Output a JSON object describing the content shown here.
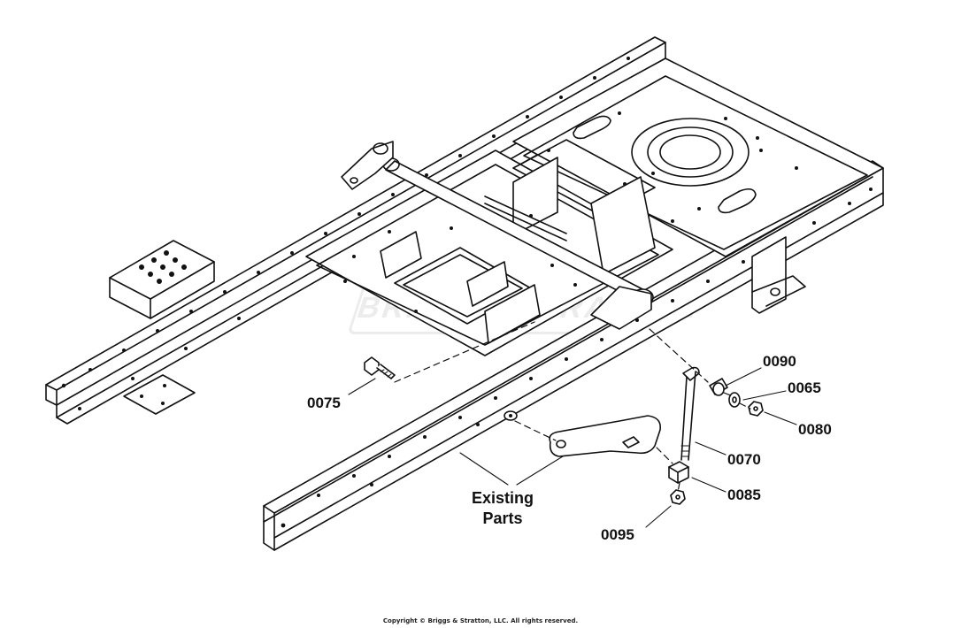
{
  "diagram": {
    "watermark": "BRIGGS&STRATTON",
    "callouts": {
      "p0075": "0075",
      "p0090": "0090",
      "p0065": "0065",
      "p0080": "0080",
      "p0070": "0070",
      "p0085": "0085",
      "p0095": "0095"
    },
    "existing_parts_line1": "Existing",
    "existing_parts_line2": "Parts",
    "copyright": "Copyright © Briggs & Stratton, LLC. All rights reserved."
  }
}
